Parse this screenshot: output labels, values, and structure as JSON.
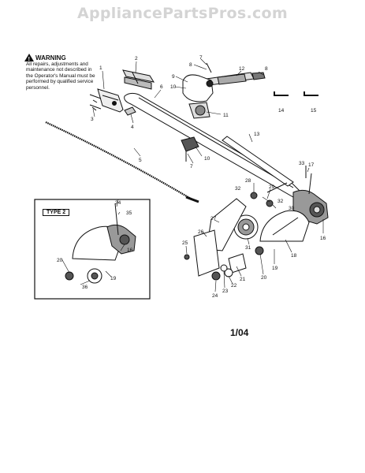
{
  "watermark": "AppliancePartsPros.com",
  "warning": {
    "title": "WARNING",
    "text": "All repairs, adjustments and maintenance not described in the Operator's Manual must be performed by qualified service personnel."
  },
  "inset_label": "TYPE 2",
  "date_code": "1/04",
  "callouts": [
    "1",
    "2",
    "3",
    "4",
    "5",
    "6",
    "7",
    "8",
    "9",
    "10",
    "11",
    "12",
    "13",
    "14",
    "15",
    "16",
    "17",
    "18",
    "19",
    "20",
    "21",
    "22",
    "23",
    "24",
    "25",
    "26",
    "27",
    "28",
    "29",
    "30",
    "31",
    "32",
    "33",
    "34",
    "35",
    "36"
  ]
}
